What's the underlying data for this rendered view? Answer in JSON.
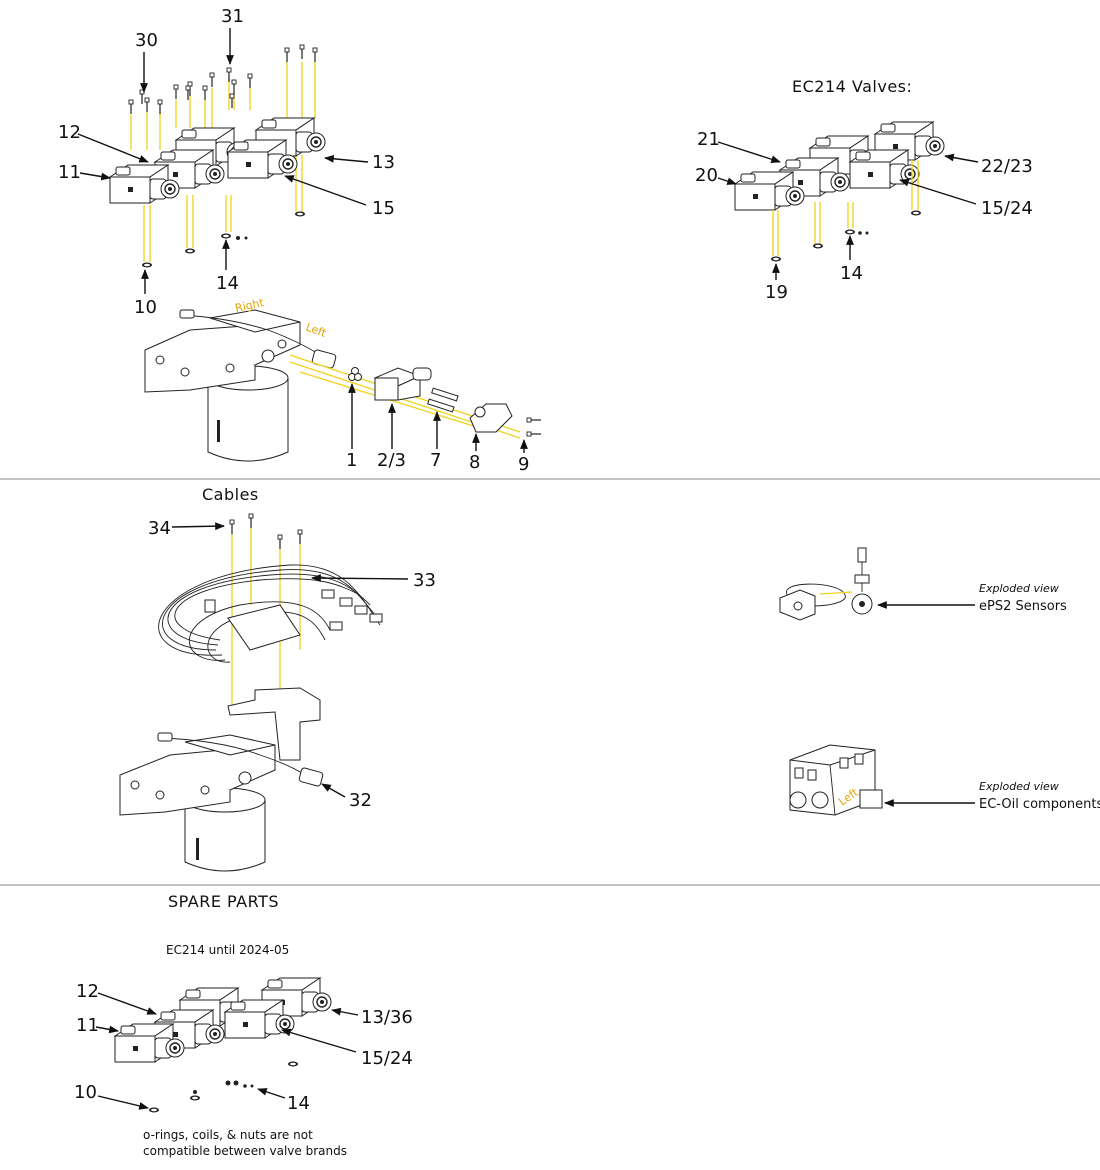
{
  "section_top": {
    "main_callouts": [
      "30",
      "31",
      "12",
      "11",
      "13",
      "15",
      "14",
      "10"
    ],
    "lower_callouts": [
      "1",
      "2/3",
      "7",
      "8",
      "9"
    ],
    "wire_labels": [
      "Right",
      "Left"
    ]
  },
  "ec214_valves": {
    "title": "EC214 Valves:",
    "callouts": [
      "21",
      "20",
      "22/23",
      "15/24",
      "14",
      "19"
    ]
  },
  "cables": {
    "title": "Cables",
    "callouts": [
      "34",
      "33",
      "32"
    ]
  },
  "exploded_views": [
    {
      "caption": "Exploded view",
      "name": "ePS2 Sensors"
    },
    {
      "caption": "Exploded view",
      "name": "EC-Oil components",
      "wire_label": "Left"
    }
  ],
  "spare_parts": {
    "title": "SPARE PARTS",
    "subtitle": "EC214 until 2024-05",
    "callouts": [
      "12",
      "11",
      "13/36",
      "15/24",
      "10",
      "14"
    ],
    "note_line1": "o-rings, coils, & nuts are not",
    "note_line2": "compatible between valve brands"
  }
}
